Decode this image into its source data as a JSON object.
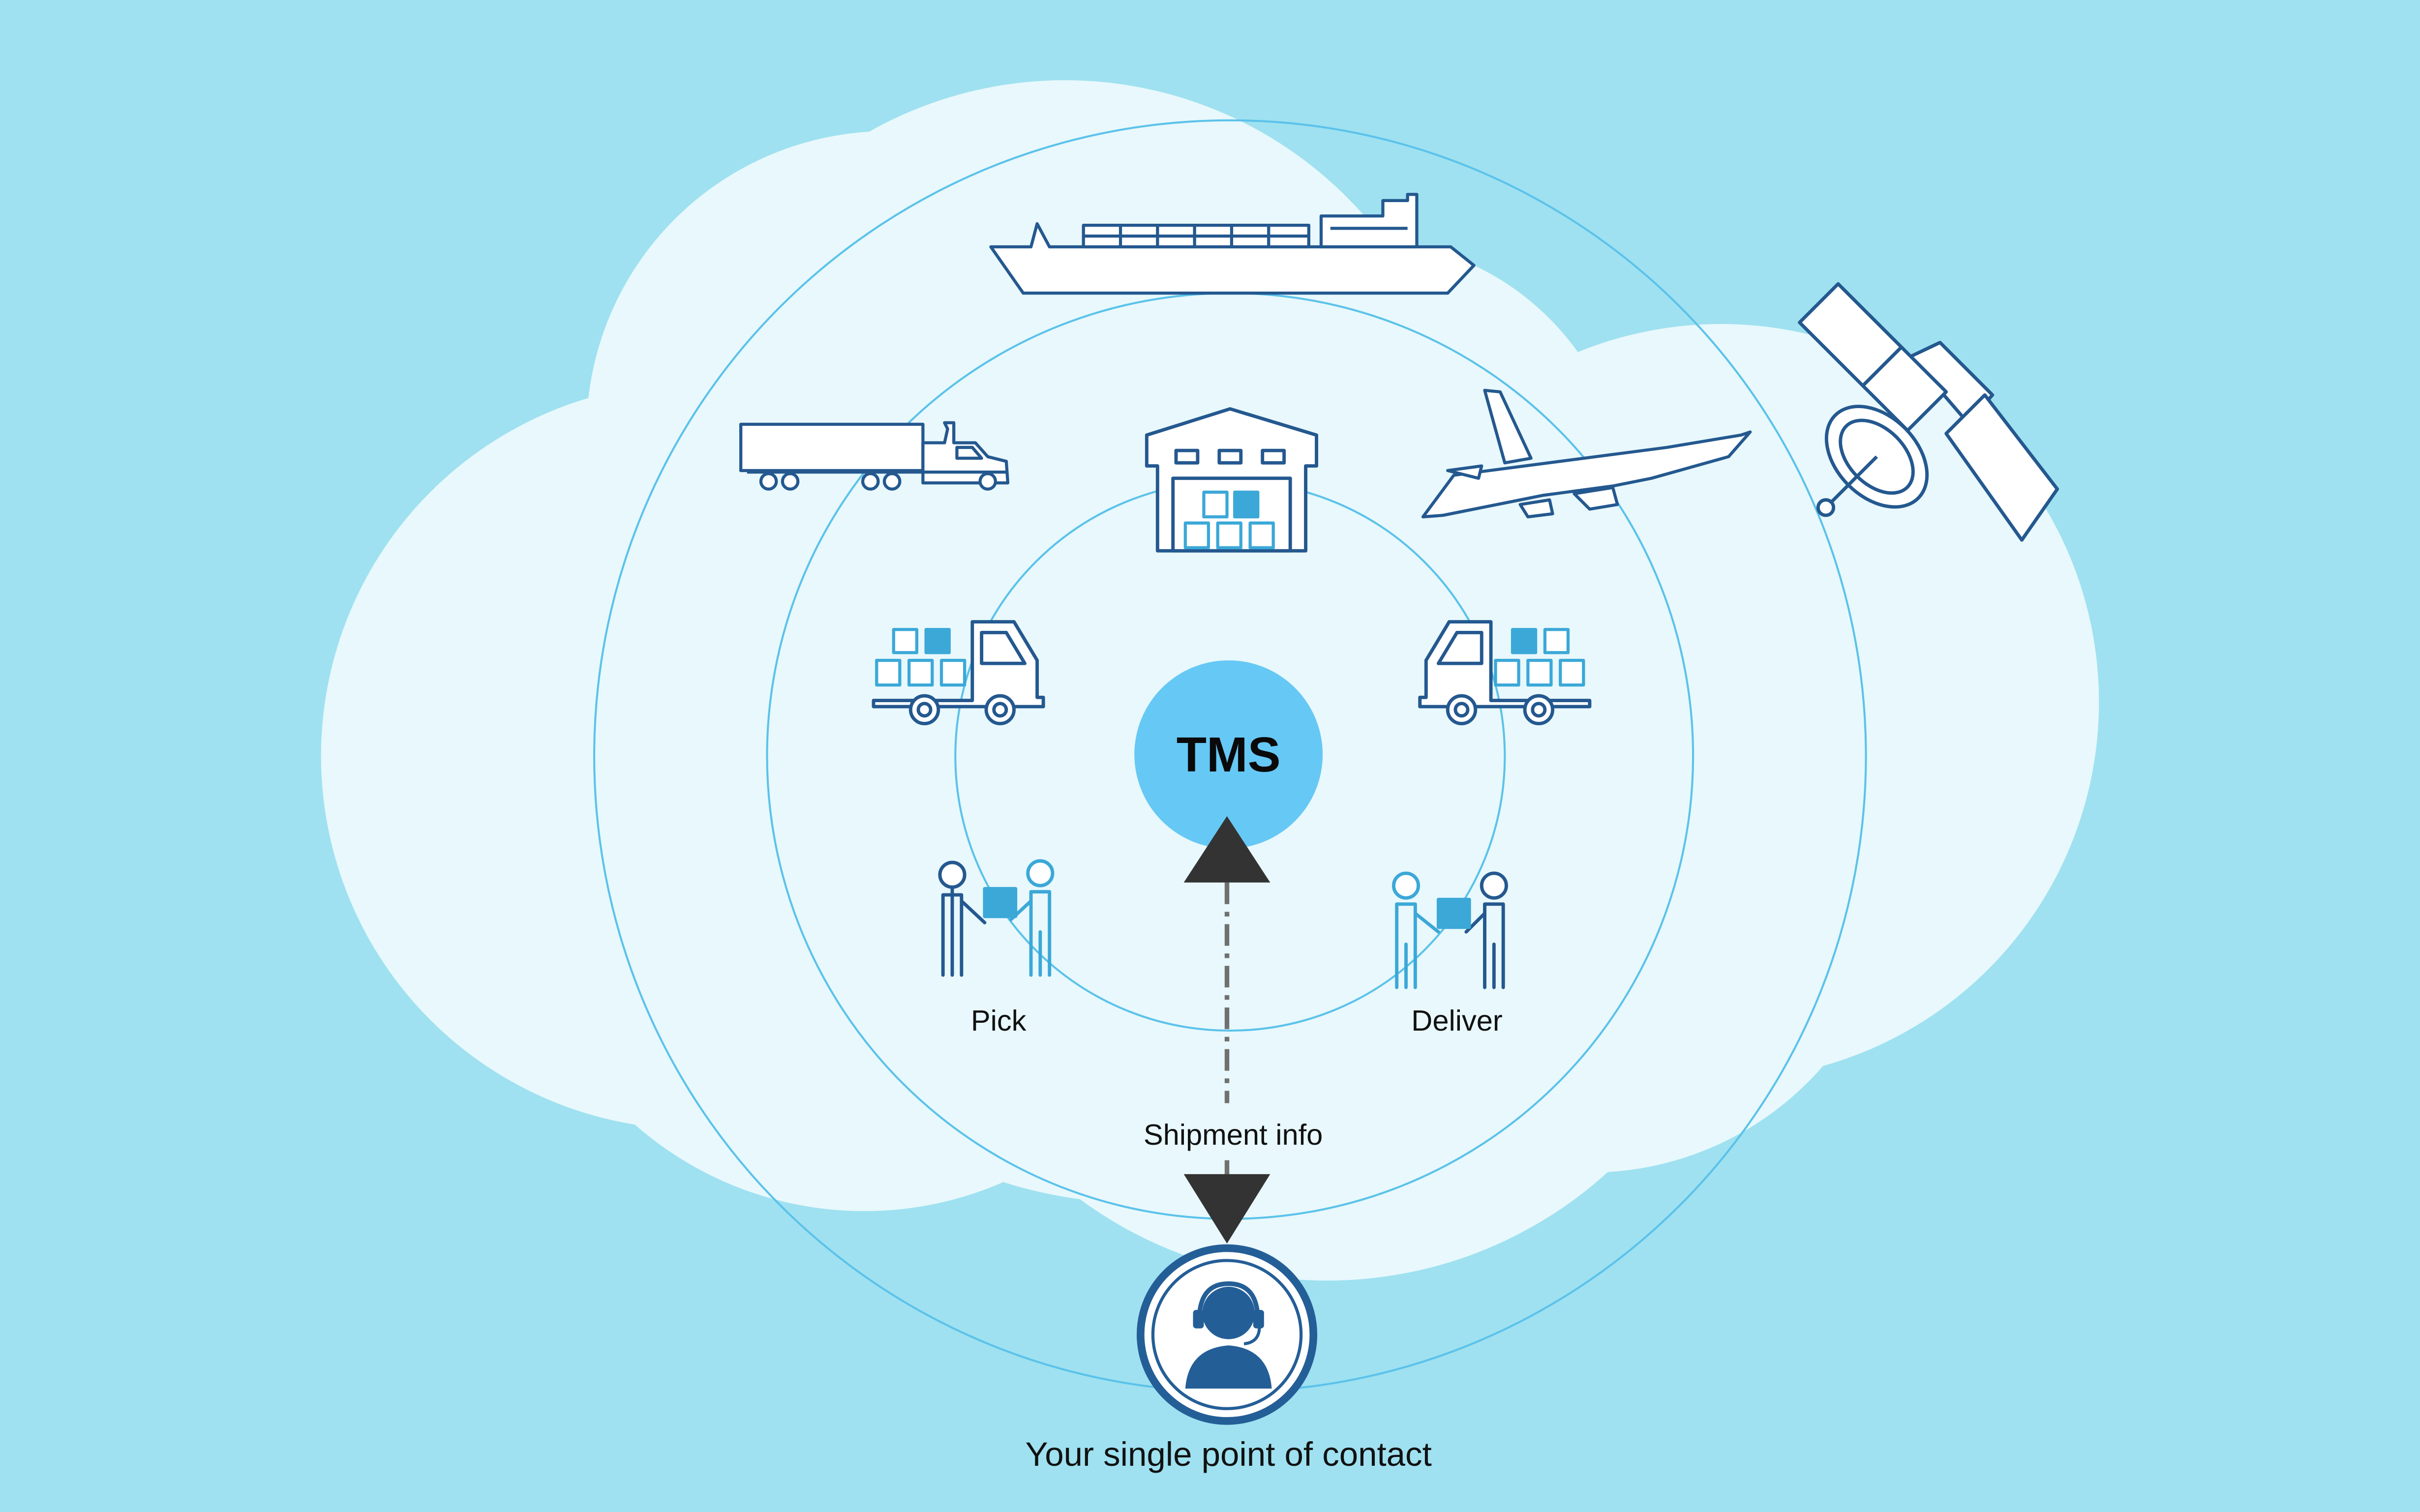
{
  "center": {
    "label": "TMS"
  },
  "labels": {
    "pick": "Pick",
    "deliver": "Deliver",
    "shipment_info": "Shipment info",
    "contact": "Your single point of contact"
  },
  "icons": [
    "container-ship-icon",
    "semi-truck-icon",
    "warehouse-icon",
    "airplane-icon",
    "satellite-icon",
    "delivery-truck-left-icon",
    "delivery-truck-right-icon",
    "pick-handover-icon",
    "deliver-handover-icon",
    "headset-agent-icon"
  ],
  "colors": {
    "background": "#9fe1f0",
    "cloud": "#e8f8fc",
    "ring": "#5bc2ea",
    "tms_circle": "#66c8f5",
    "icon_stroke": "#24588f",
    "box": "#3ba8d8",
    "arrow": "#333333",
    "agent": "#245e97"
  }
}
